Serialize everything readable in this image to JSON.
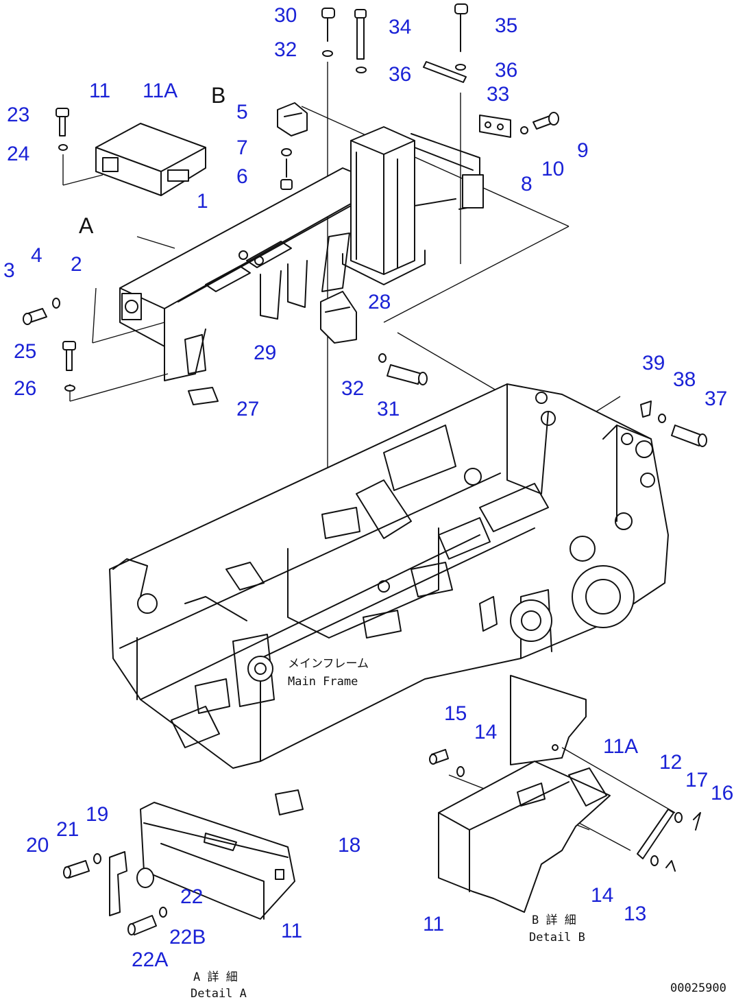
{
  "callouts": [
    "1",
    "2",
    "3",
    "4",
    "5",
    "6",
    "7",
    "8",
    "9",
    "10",
    "11",
    "11A",
    "12",
    "13",
    "14",
    "15",
    "16",
    "17",
    "18",
    "19",
    "20",
    "21",
    "22",
    "22A",
    "22B",
    "23",
    "24",
    "25",
    "26",
    "27",
    "28",
    "29",
    "30",
    "31",
    "32",
    "33",
    "34",
    "35",
    "36",
    "37",
    "38",
    "39"
  ],
  "labels": {
    "section_a": "A",
    "section_b": "B",
    "main_frame_jp": "メインフレーム",
    "main_frame_en": "Main Frame",
    "detail_a_jp": "A 詳 細",
    "detail_a_en": "Detail A",
    "detail_b_jp": "B 詳 細",
    "detail_b_en": "Detail B",
    "drawing_number": "00025900"
  },
  "colors": {
    "callout": "#1a22d6",
    "line": "#111111",
    "background": "#ffffff"
  }
}
